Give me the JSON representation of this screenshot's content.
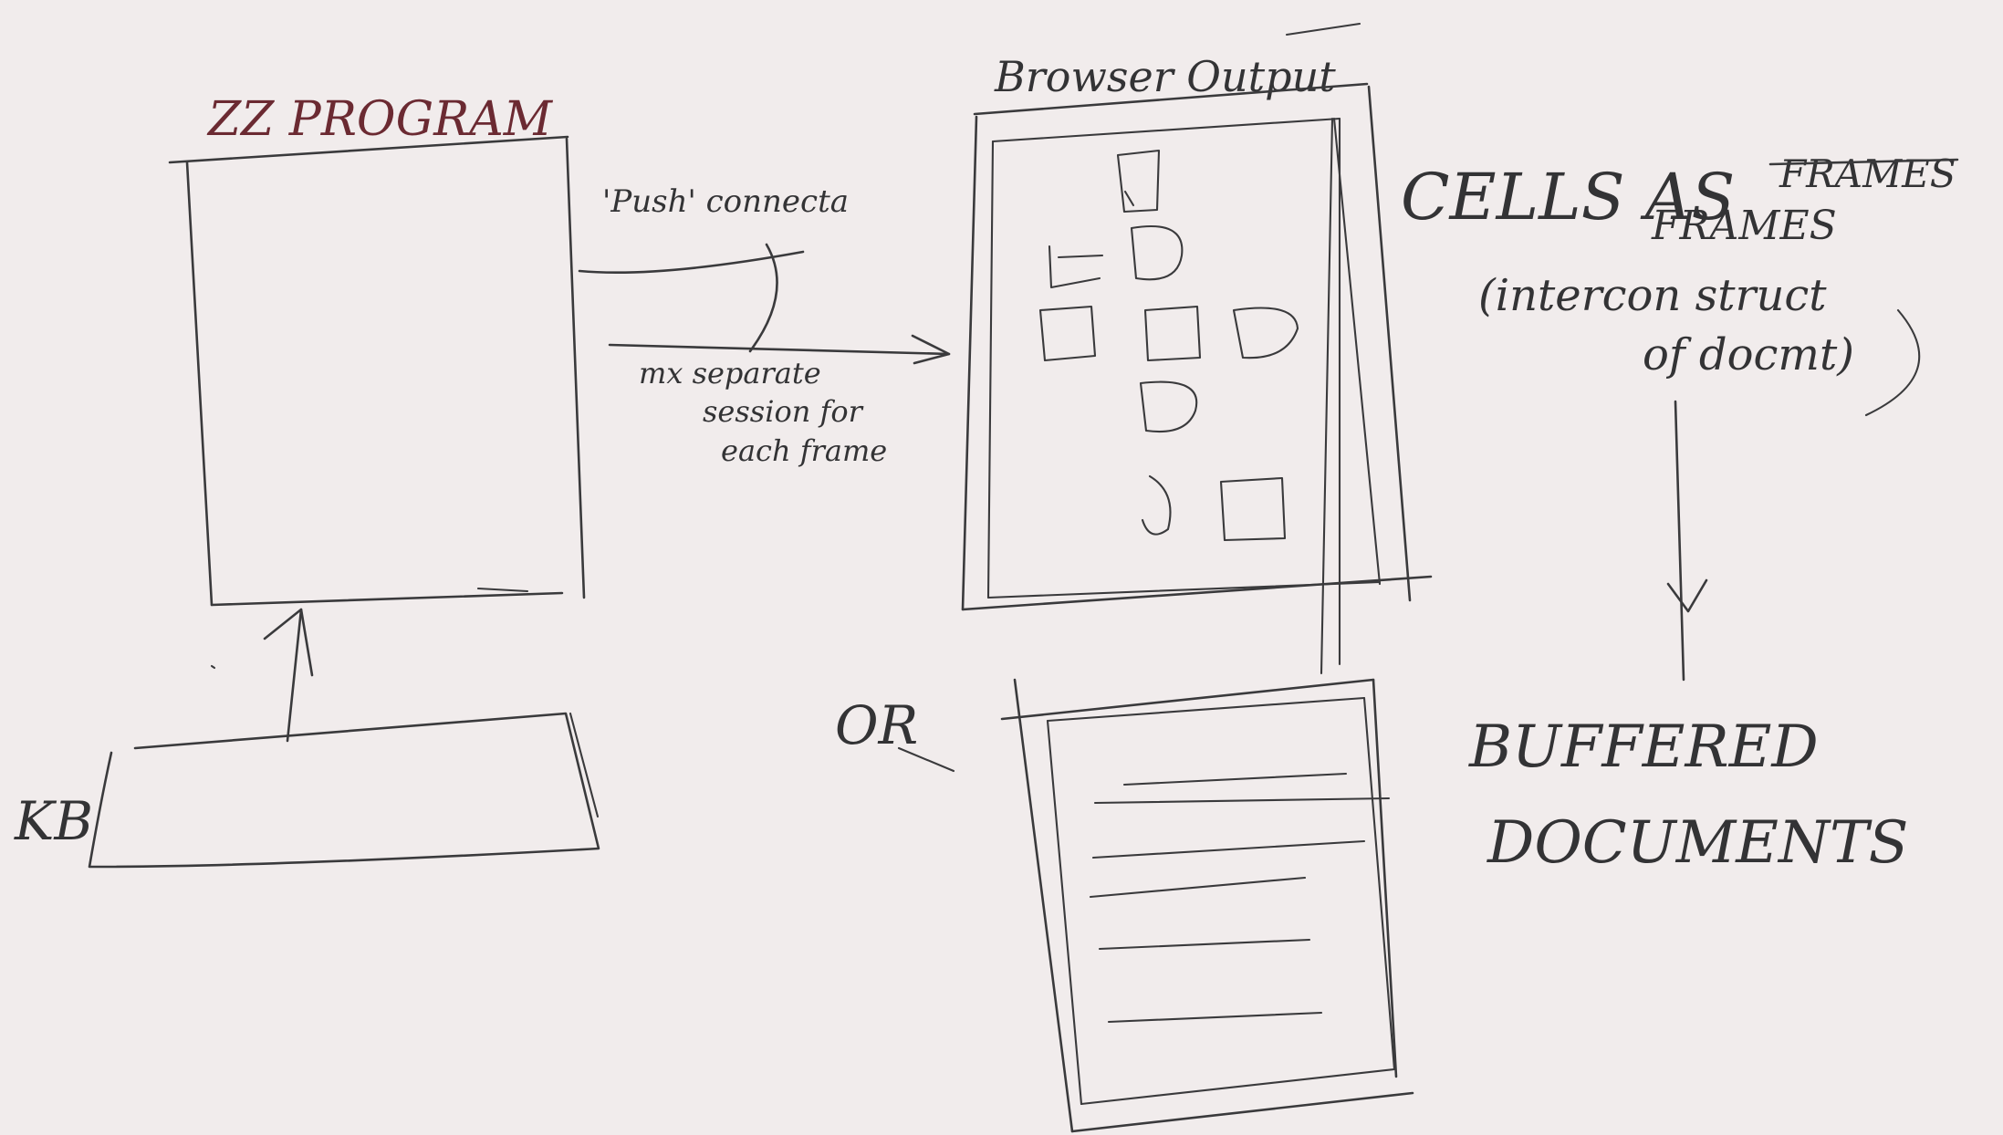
{
  "labels": {
    "zz_program": "ZZ PROGRAM",
    "kb": "KB",
    "push_connection": "'Push' connecta",
    "separate_session_1": "mx separate",
    "separate_session_2": "session for",
    "separate_session_3": "each frame",
    "browser_output": "Browser Output",
    "cells_as_frames_1": "CELLS AS",
    "cells_as_frames_struck": "FRAMES",
    "cells_as_frames_2": "FRAMES",
    "interconnect_1": "(intercon struct",
    "interconnect_2": "of docmt)",
    "or": "OR",
    "buffered_1": "BUFFERED",
    "buffered_2": "DOCUMENTS"
  },
  "colors": {
    "board": "#f1ecec",
    "ink": "#3a3a3c",
    "accent_red": "#6b2a32"
  }
}
